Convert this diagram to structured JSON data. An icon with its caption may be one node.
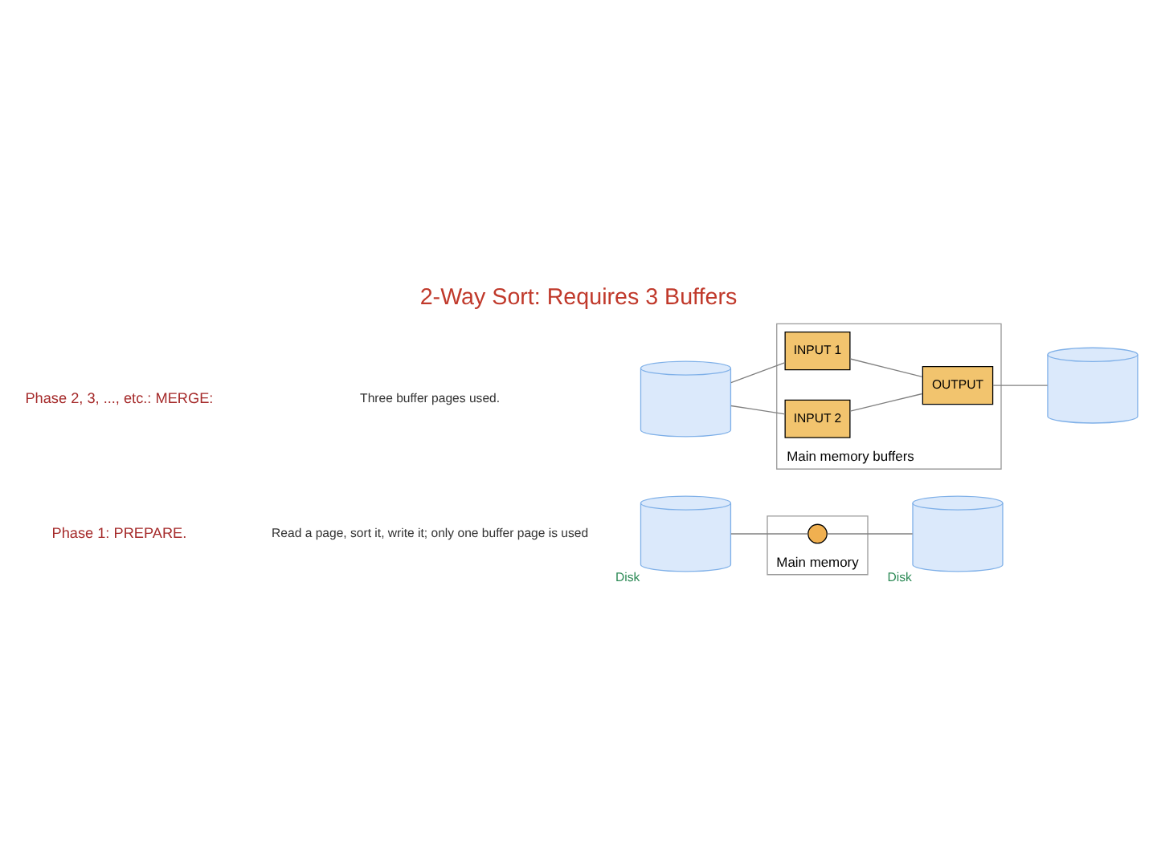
{
  "diagram": {
    "title": "2-Way Sort: Requires 3 Buffers",
    "nodes": [
      {
        "text": [],
        "shape": "cylinder",
        "beside": [
          "Disk"
        ]
      },
      {
        "text": [
          "Main memory"
        ]
      },
      {
        "text": [],
        "shape": "circle",
        "in": 1
      },
      {
        "text": [],
        "shape": "cylinder",
        "beside": [
          "Disk"
        ]
      },
      {
        "text": [],
        "shape": "cylinder"
      },
      {
        "text": [
          "Main memory buffers"
        ]
      },
      {
        "text": [
          "INPUT 1"
        ],
        "in": 5
      },
      {
        "text": [
          "INPUT 2"
        ],
        "in": 5
      },
      {
        "text": [
          "OUTPUT"
        ],
        "in": 5
      },
      {
        "text": [],
        "shape": "cylinder"
      }
    ],
    "edges": [
      {
        "from": 0,
        "to": 2,
        "arrow": "none"
      },
      {
        "from": 2,
        "to": 3,
        "arrow": "none"
      },
      {
        "from": 4,
        "to": 6,
        "arrow": "none"
      },
      {
        "from": 4,
        "to": 7,
        "arrow": "none"
      },
      {
        "from": 6,
        "to": 8,
        "arrow": "none"
      },
      {
        "from": 7,
        "to": 8,
        "arrow": "none"
      },
      {
        "from": 8,
        "to": 9,
        "arrow": "none"
      }
    ],
    "labels": [
      "Phase 1: PREPARE.",
      "Read a page, sort it, write it; only one buffer page is used",
      "Phase 2, 3, ..., etc.: MERGE:",
      "Three buffer pages used."
    ]
  }
}
